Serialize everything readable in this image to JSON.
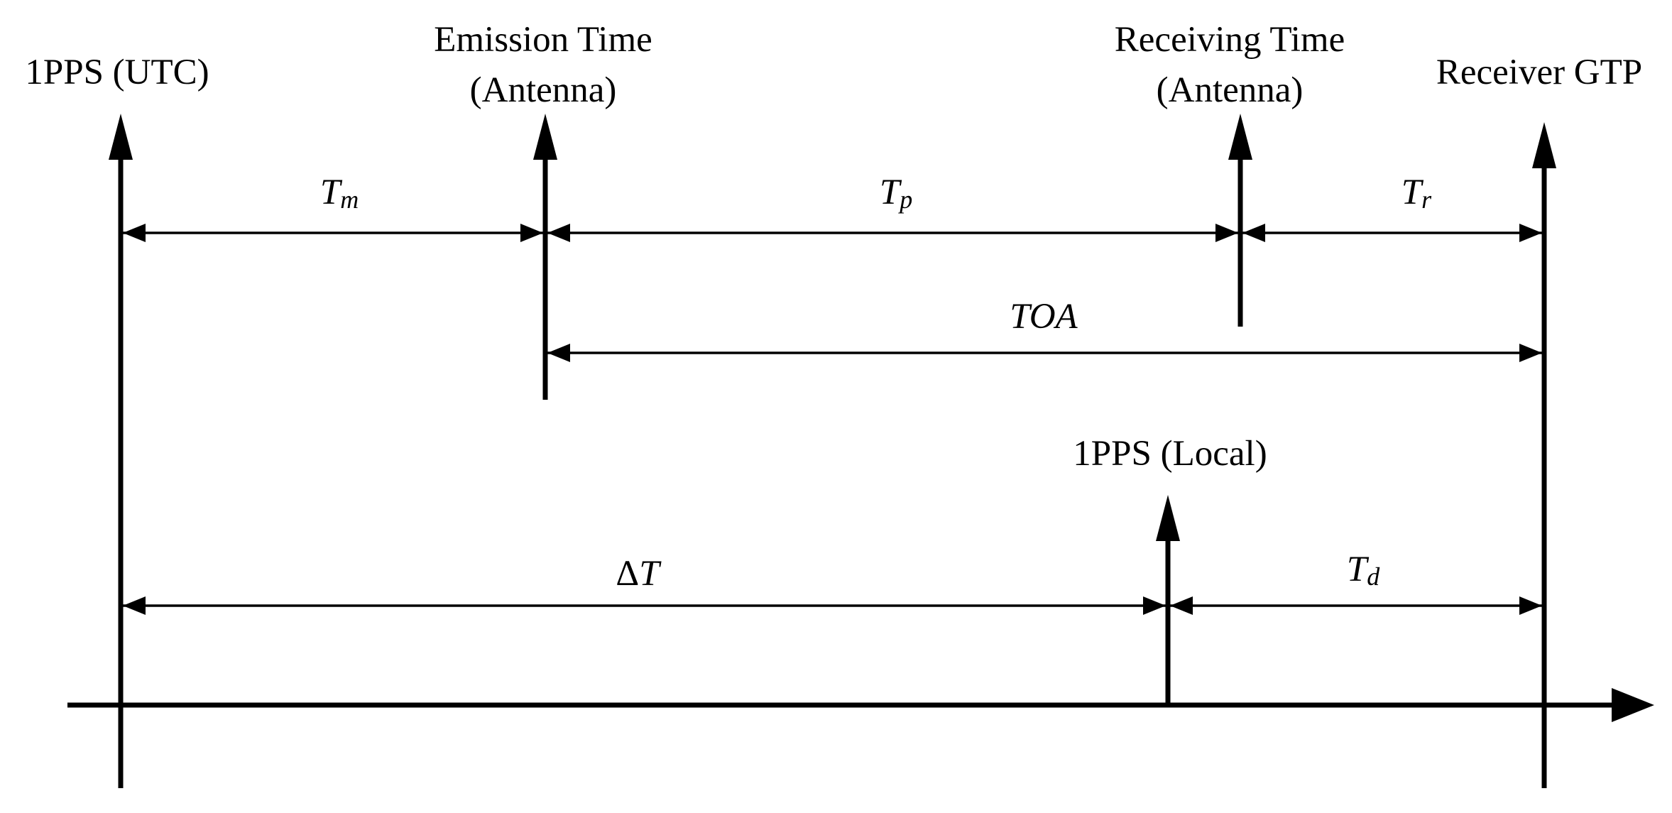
{
  "markers": {
    "utc": {
      "line1": "1PPS (UTC)"
    },
    "emission": {
      "line1": "Emission Time",
      "line2": "(Antenna)"
    },
    "receiving": {
      "line1": "Receiving Time",
      "line2": "(Antenna)"
    },
    "gtp": {
      "line1": "Receiver GTP"
    },
    "local": {
      "line1": "1PPS (Local)"
    }
  },
  "intervals": {
    "tm": {
      "base": "T",
      "sub": "m"
    },
    "tp": {
      "base": "T",
      "sub": "p"
    },
    "tr": {
      "base": "T",
      "sub": "r"
    },
    "toa": {
      "text": "TOA"
    },
    "delta_t": {
      "delta": "Δ",
      "base": "T"
    },
    "td": {
      "base": "T",
      "sub": "d"
    }
  }
}
